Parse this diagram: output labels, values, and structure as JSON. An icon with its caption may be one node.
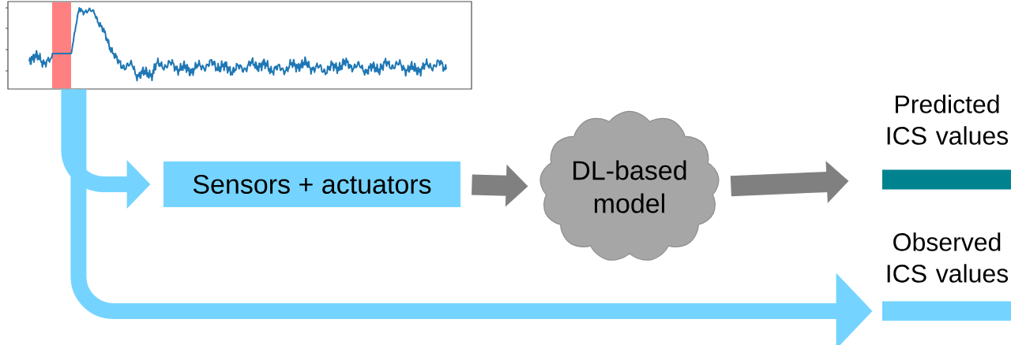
{
  "diagram": {
    "nodes": [
      {
        "text": [],
        "shape": "picture"
      },
      {
        "text": [
          "Sensors + actuators"
        ]
      },
      {
        "text": [
          "DL-based model"
        ]
      },
      {
        "text": [
          "Predicted ICS values"
        ]
      },
      {
        "text": [
          "Observed ICS values"
        ]
      }
    ],
    "edges": [
      {
        "from": 0,
        "to": 1,
        "arrow": "to",
        "color": "#75d4ff"
      },
      {
        "from": 1,
        "to": 2,
        "arrow": "to",
        "color": "#808080"
      },
      {
        "from": 2,
        "to": 3,
        "arrow": "to",
        "color": "#808080"
      },
      {
        "from": 0,
        "to": 4,
        "arrow": "to",
        "color": "#75d4ff"
      }
    ]
  }
}
